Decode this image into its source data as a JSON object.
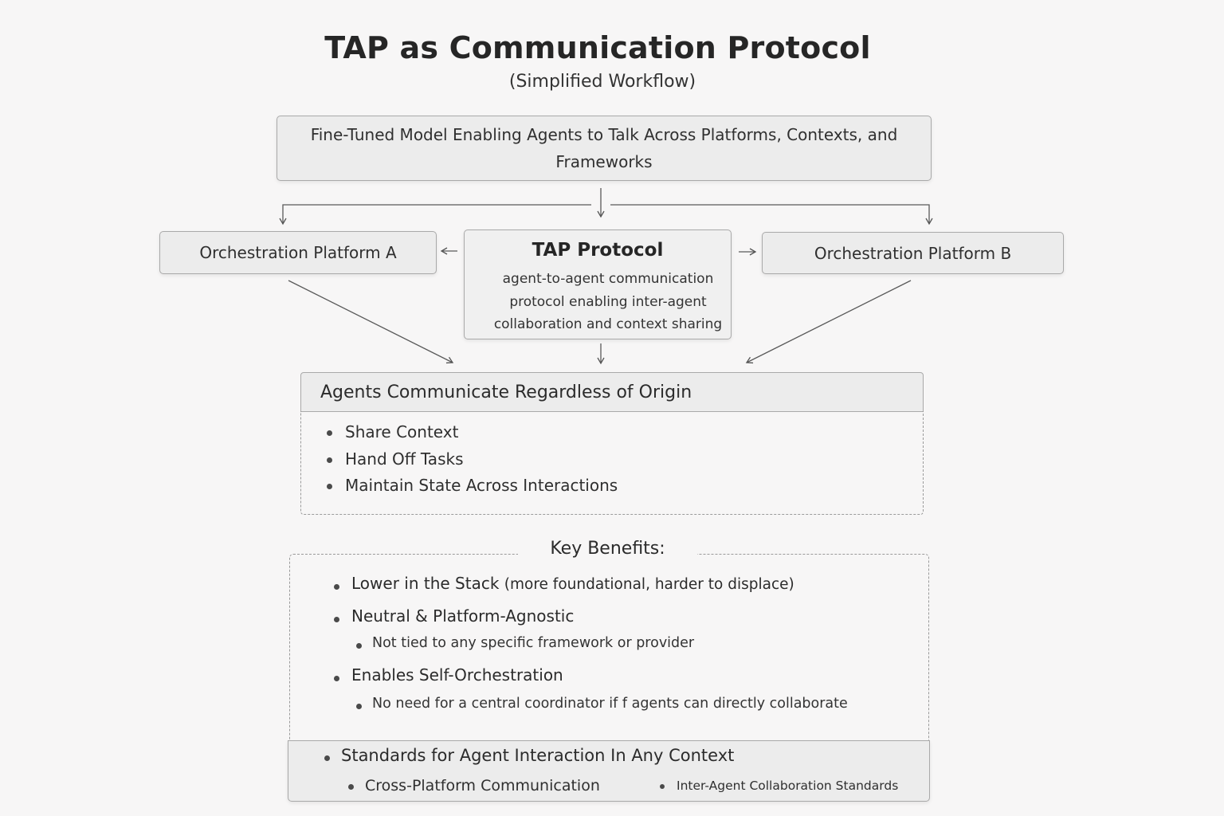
{
  "diagram": {
    "title": "TAP as Communication Protocol",
    "subtitle": "(Simplified Workflow)",
    "top_box": {
      "text": "Fine-Tuned Model Enabling Agents to Talk Across Platforms, Contexts, and Frameworks"
    },
    "platform_a": "Orchestration Platform A",
    "platform_b": "Orchestration Platform B",
    "tap": {
      "title": "TAP Protocol",
      "description": "agent-to-agent communication\nprotocol enabling inter-agent\ncollaboration and context sharing"
    },
    "agents": {
      "header": "Agents Communicate Regardless of Origin",
      "items": [
        "Share Context",
        "Hand Off Tasks",
        "Maintain State Across Interactions"
      ]
    },
    "benefits": {
      "title": "Key Benefits:",
      "items": [
        {
          "main": "Lower in the Stack",
          "note": "(more foundational, harder to displace)"
        },
        {
          "main": "Neutral & Platform-Agnostic",
          "sub": "Not tied to any specific framework or provider"
        },
        {
          "main": "Enables Self-Orchestration",
          "sub": "No need for a central coordinator if f agents can directly collaborate"
        }
      ]
    },
    "standards": {
      "title": "Standards for Agent Interaction In Any Context",
      "items": [
        "Cross-Platform Communication",
        "Inter-Agent Collaboration Standards"
      ]
    }
  }
}
